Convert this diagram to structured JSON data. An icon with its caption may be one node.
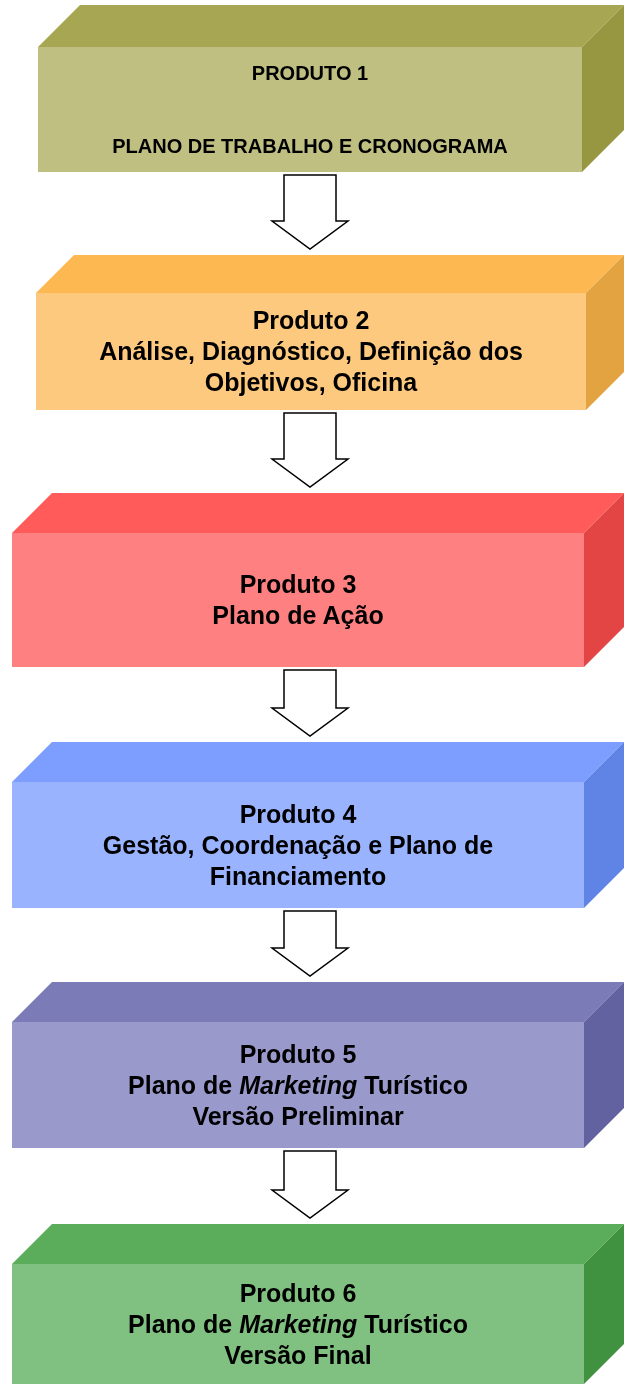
{
  "diagram": {
    "nodes": [
      {
        "text": [
          "PRODUTO 1",
          "PLANO DE TRABALHO E CRONOGRAMA"
        ]
      },
      {
        "text": [
          "Produto 2",
          "Análise, Diagnóstico, Definição dos Objetivos, Oficina"
        ]
      },
      {
        "text": [
          "Produto 3",
          "Plano de Ação"
        ]
      },
      {
        "text": [
          "Produto 4",
          "Gestão, Coordenação e Plano de Financiamento"
        ]
      },
      {
        "text": [
          "Produto 5",
          "Plano de *Marketing* Turístico",
          "Versão Preliminar"
        ]
      },
      {
        "text": [
          "Produto 6",
          "Plano de *Marketing* Turístico",
          "Versão Final"
        ]
      }
    ],
    "edges": [
      {
        "from": 0,
        "to": 1,
        "arrow": "to"
      },
      {
        "from": 1,
        "to": 2,
        "arrow": "to"
      },
      {
        "from": 2,
        "to": 3,
        "arrow": "to"
      },
      {
        "from": 3,
        "to": 4,
        "arrow": "to"
      },
      {
        "from": 4,
        "to": 5,
        "arrow": "to"
      }
    ]
  }
}
